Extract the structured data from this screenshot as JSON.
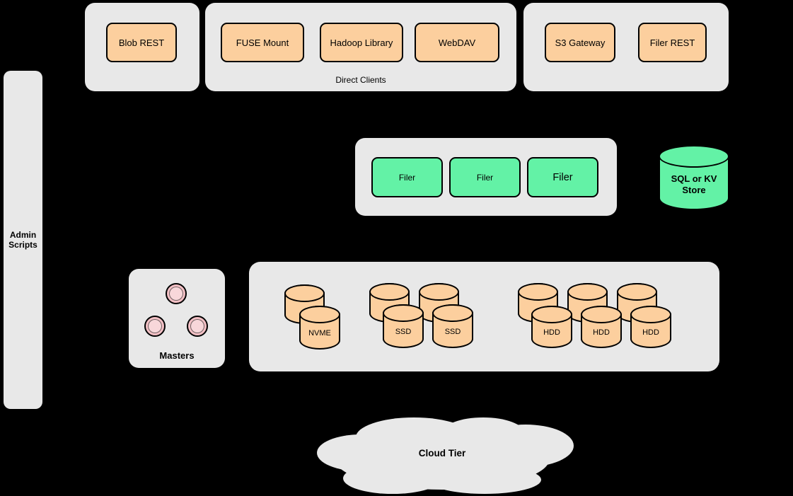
{
  "colors": {
    "bg": "#000000",
    "group": "#e8e8e8",
    "orange": "#fccf9e",
    "green": "#63f2a6",
    "pink": "#f3c0c5",
    "cloud": "#e8e8e8"
  },
  "admin": {
    "label": "Admin\nScripts"
  },
  "top_groups": {
    "blob": {
      "label": "Blob REST"
    },
    "direct_clients": {
      "title": "Direct Clients",
      "items": [
        "FUSE Mount",
        "Hadoop Library",
        "WebDAV"
      ]
    },
    "gateways": {
      "items": [
        "S3 Gateway",
        "Filer REST"
      ]
    }
  },
  "filers": {
    "items": [
      "Filer",
      "Filer",
      "Filer"
    ]
  },
  "sql_store": {
    "label": "SQL or KV\nStore"
  },
  "masters": {
    "label": "Masters"
  },
  "volumes": {
    "nvme": "NVME",
    "ssd": "SSD",
    "hdd": "HDD"
  },
  "cloud": {
    "label": "Cloud Tier"
  }
}
